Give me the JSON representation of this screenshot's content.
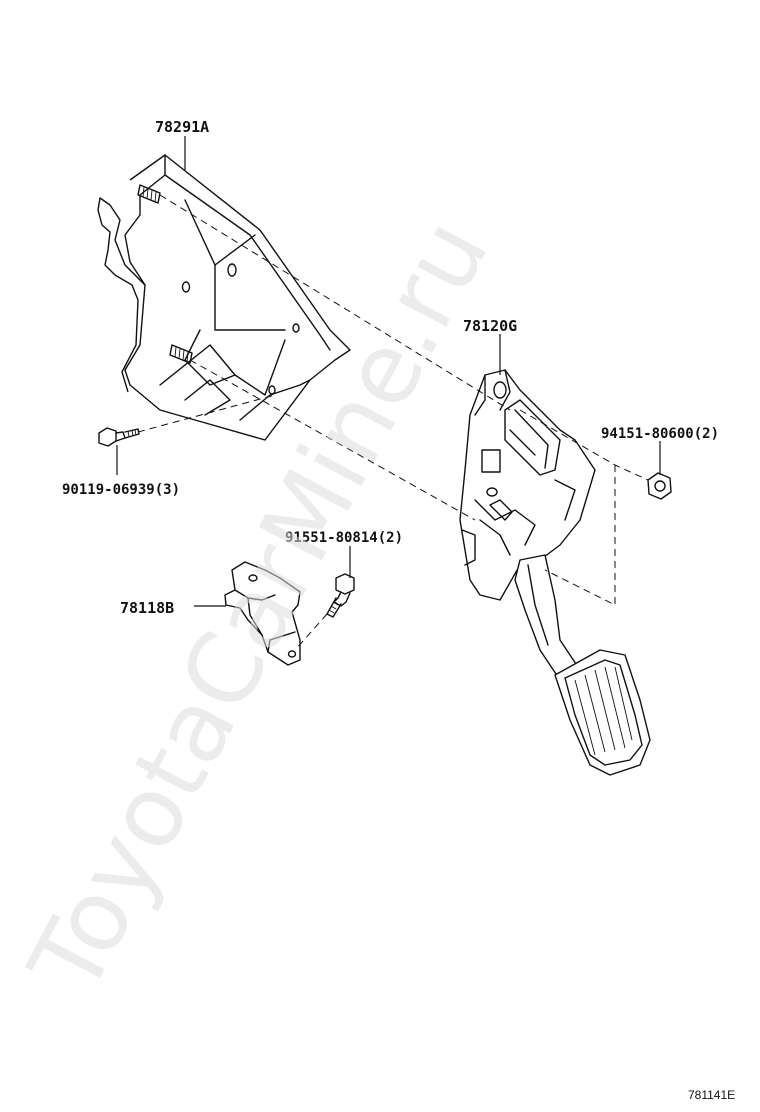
{
  "labels": {
    "bracket": "78291A",
    "pedal": "78120G",
    "nut": "94151-80600(2)",
    "bolt_left": "90119-06939(3)",
    "bolt_mid": "91551-80814(2)",
    "stay": "78118B"
  },
  "watermark": "ToyotaCarMine.ru",
  "figure_code": "781141E"
}
